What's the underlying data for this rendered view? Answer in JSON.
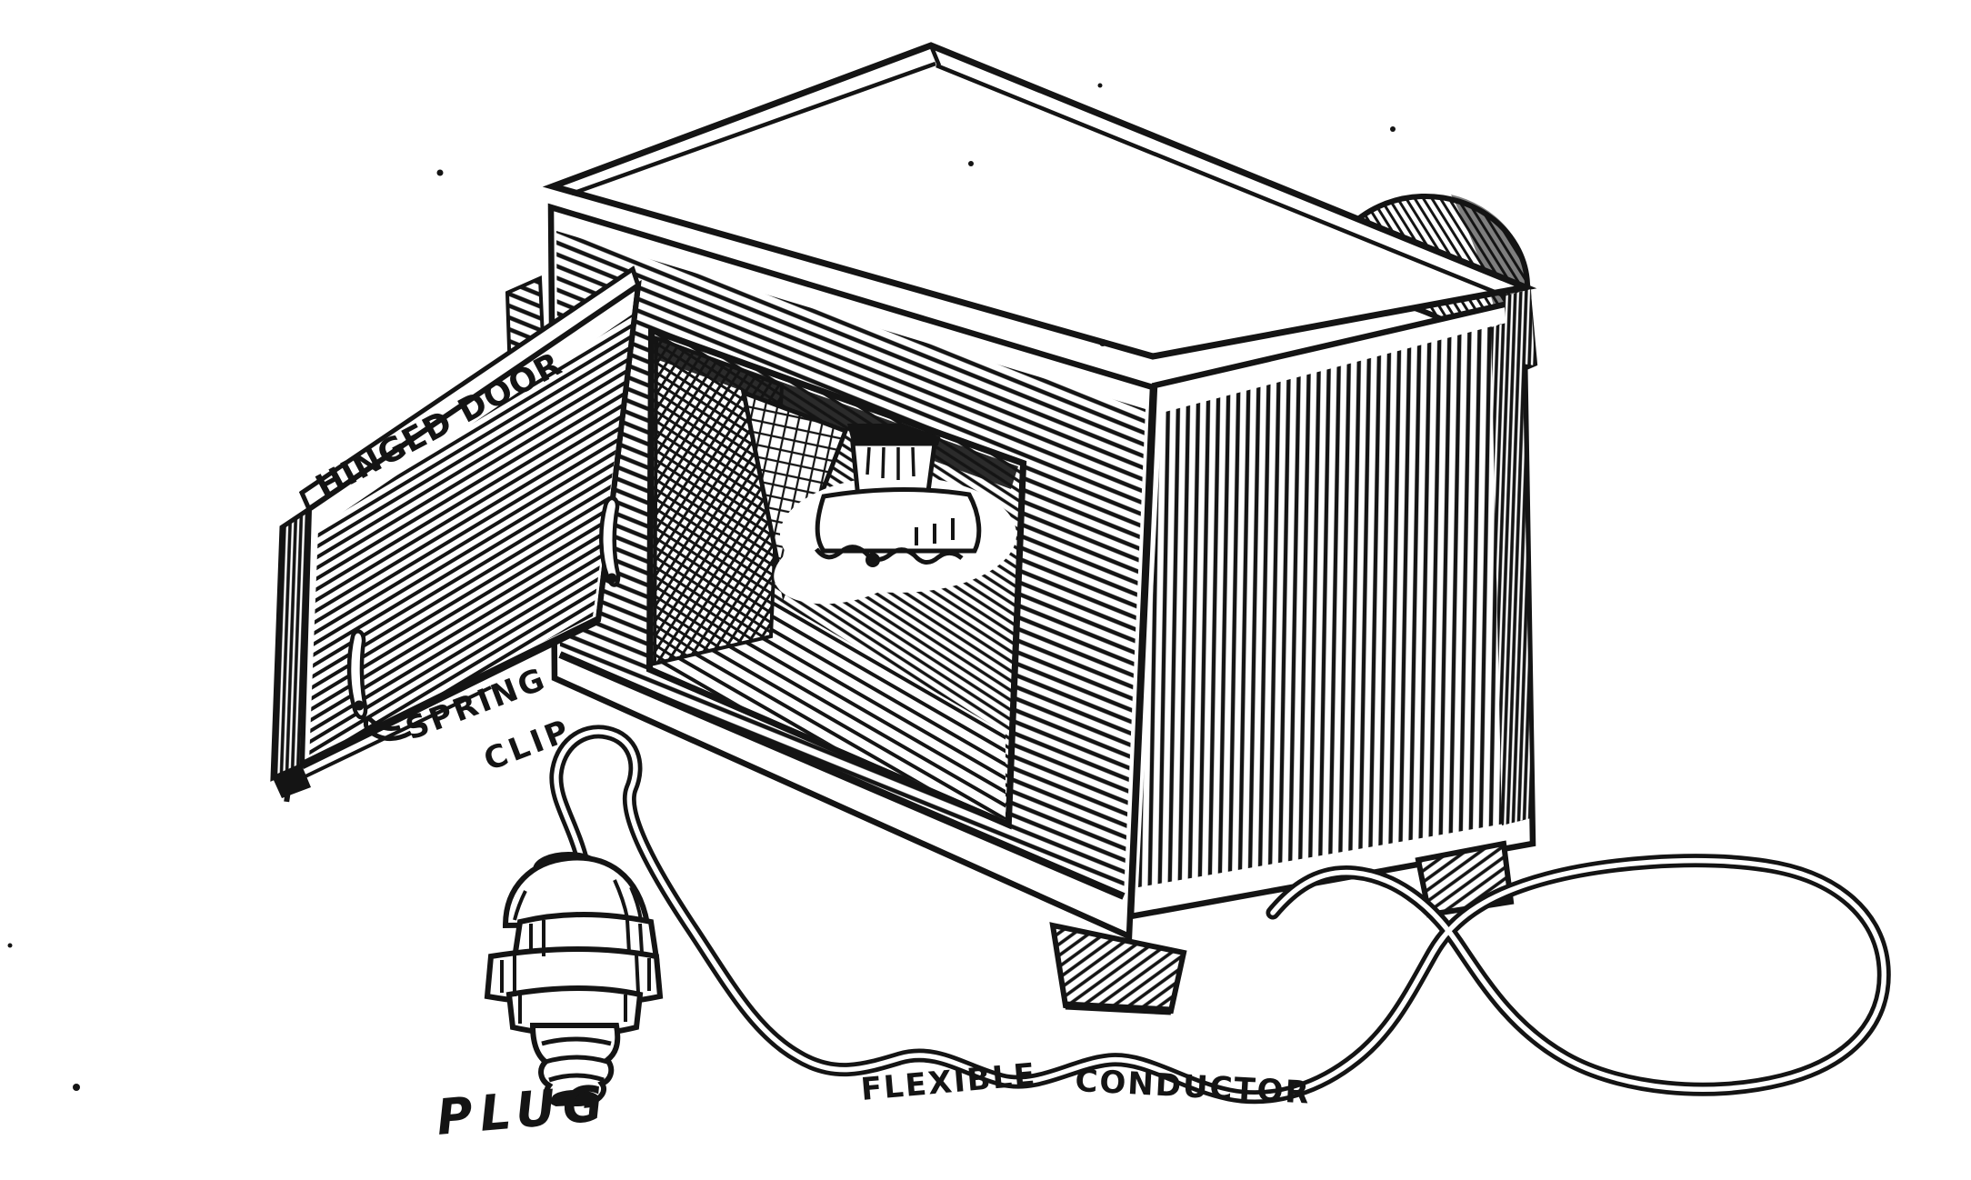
{
  "page": {
    "background_color": "#ffffff",
    "ink_color": "#141414",
    "kind": "line-illustration"
  },
  "figure": {
    "labels": {
      "hinged_door": "HINGED DOOR",
      "spring": "SPRING",
      "clip": "CLIP",
      "plug": "PLUG",
      "flexible": "FLEXIBLE",
      "conductor": "CONDUCTOR"
    }
  }
}
